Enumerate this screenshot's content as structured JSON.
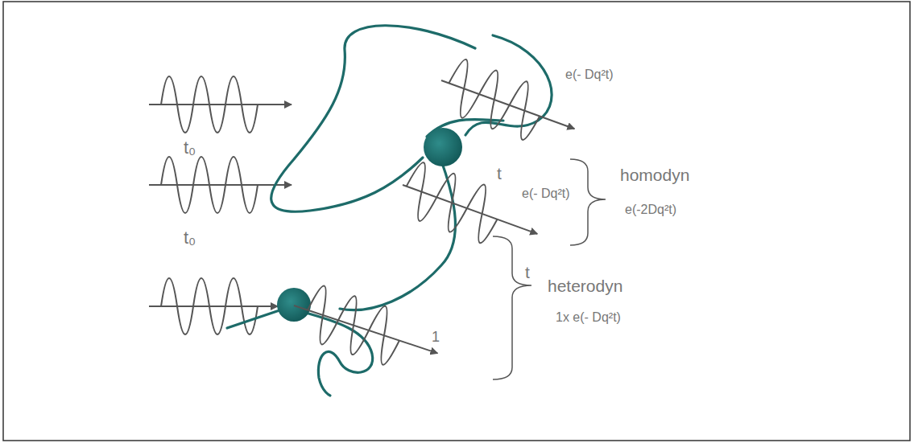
{
  "diagram": {
    "labels": [
      "t₀",
      "t₀",
      "e(- Dq²t)",
      "t",
      "e(- Dq²t)",
      "homodyn",
      "e(-2Dq²t)",
      "t",
      "1",
      "heterodyn",
      "1x e(- Dq²t)"
    ]
  }
}
